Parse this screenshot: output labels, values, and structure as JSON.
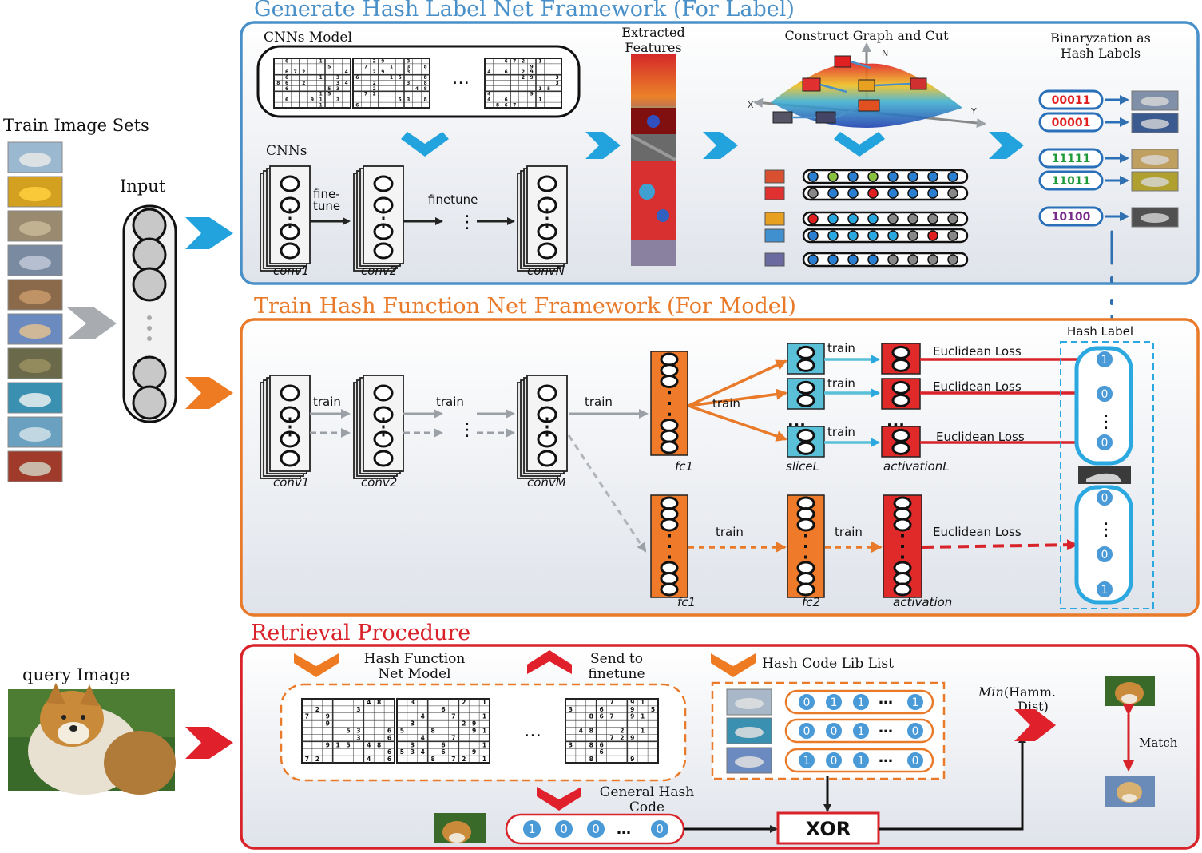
{
  "sections": {
    "label_title": "Generate Hash Label Net Framework (For Label)",
    "model_title": "Train Hash Function Net Framework (For Model)",
    "retrieval_title": "Retrieval Procedure"
  },
  "left": {
    "train_image_sets": "Train Image Sets",
    "input": "Input",
    "query_image": "query Image"
  },
  "label_net": {
    "cnns_model": "CNNs Model",
    "cnns": "CNNs",
    "finetune_1": "fine-",
    "finetune_2": "tune",
    "finetune": "finetune",
    "ellipsis": "…",
    "conv1": "conv1",
    "conv2": "conv2",
    "convN": "convN",
    "extracted_1": "Extracted",
    "extracted_2": "Features",
    "construct": "Construct Graph and Cut",
    "axis_n": "N",
    "axis_x": "X",
    "axis_y": "Y",
    "binary_1": "Binaryzation as",
    "binary_2": "Hash Labels",
    "codes": [
      {
        "code": "00011",
        "color": "#e02020"
      },
      {
        "code": "00001",
        "color": "#e02020"
      },
      {
        "code": "11111",
        "color": "#1f9a3a"
      },
      {
        "code": "11011",
        "color": "#1f9a3a"
      },
      {
        "code": "10100",
        "color": "#7a2a8a"
      }
    ]
  },
  "model_net": {
    "train": "train",
    "conv1": "conv1",
    "conv2": "conv2",
    "convM": "convM",
    "fc1": "fc1",
    "fc2": "fc2",
    "sliceL": "sliceL",
    "activationL": "activationL",
    "activation": "activation",
    "dots": "...",
    "euclidean_loss": "Euclidean Loss",
    "hash_label": "Hash Label",
    "upper_bits": [
      "1",
      "0",
      "0"
    ],
    "lower_bits": [
      "0",
      "0",
      "1"
    ],
    "vdots": "⋮"
  },
  "retrieval": {
    "hash_function_1": "Hash Function",
    "hash_function_2": "Net Model",
    "send_1": "Send to",
    "send_2": "finetune",
    "hash_code_lib": "Hash Code Lib List",
    "ellipsis": "…",
    "lib_codes": [
      [
        "0",
        "1",
        "1",
        "1"
      ],
      [
        "0",
        "0",
        "1",
        "0"
      ],
      [
        "1",
        "0",
        "1",
        "0"
      ]
    ],
    "general_1": "General Hash",
    "general_2": "Code",
    "query_code": [
      "1",
      "0",
      "0",
      "0"
    ],
    "xor": "XOR",
    "min_1": "Min",
    "min_2": "(Hamm.",
    "min_3": "Dist)",
    "match": "Match"
  },
  "colors": {
    "blue": "#4a90c8",
    "orange": "#e87a2a",
    "red": "#d8232a",
    "cyan": "#2aa8df"
  }
}
